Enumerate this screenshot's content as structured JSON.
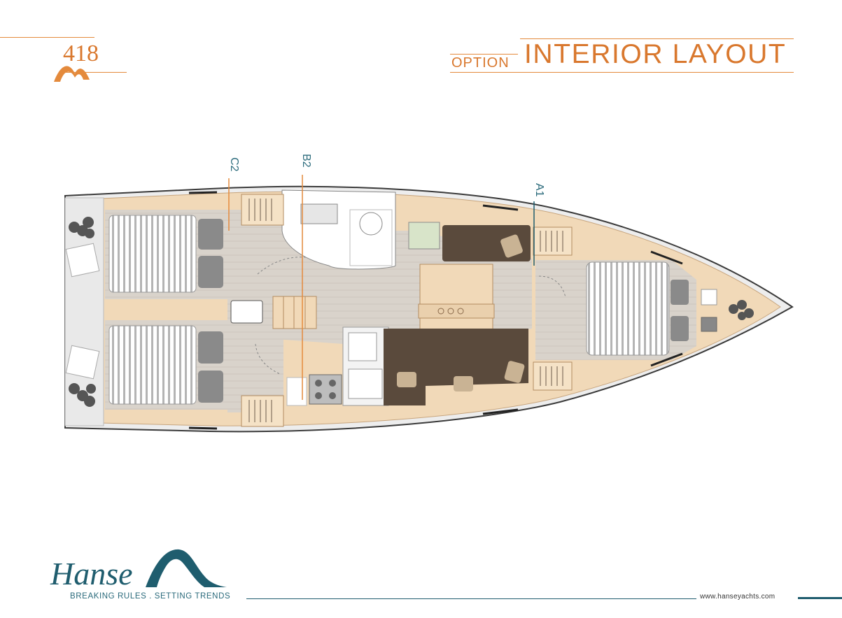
{
  "header": {
    "model_number": "418",
    "option_label": "OPTION",
    "title": "INTERIOR LAYOUT"
  },
  "sections": [
    {
      "label": "C2"
    },
    {
      "label": "B2"
    },
    {
      "label": "A1"
    }
  ],
  "footer": {
    "brand": "Hanse",
    "tagline": "BREAKING RULES . SETTING TRENDS",
    "website": "www.hanseyachts.com"
  },
  "colors": {
    "accent_orange": "#e48a3c",
    "brand_teal": "#1f5d6e",
    "wood": "#f1d9b8",
    "floor": "#d8d3cc",
    "upholstery": "#5a4a3c"
  }
}
